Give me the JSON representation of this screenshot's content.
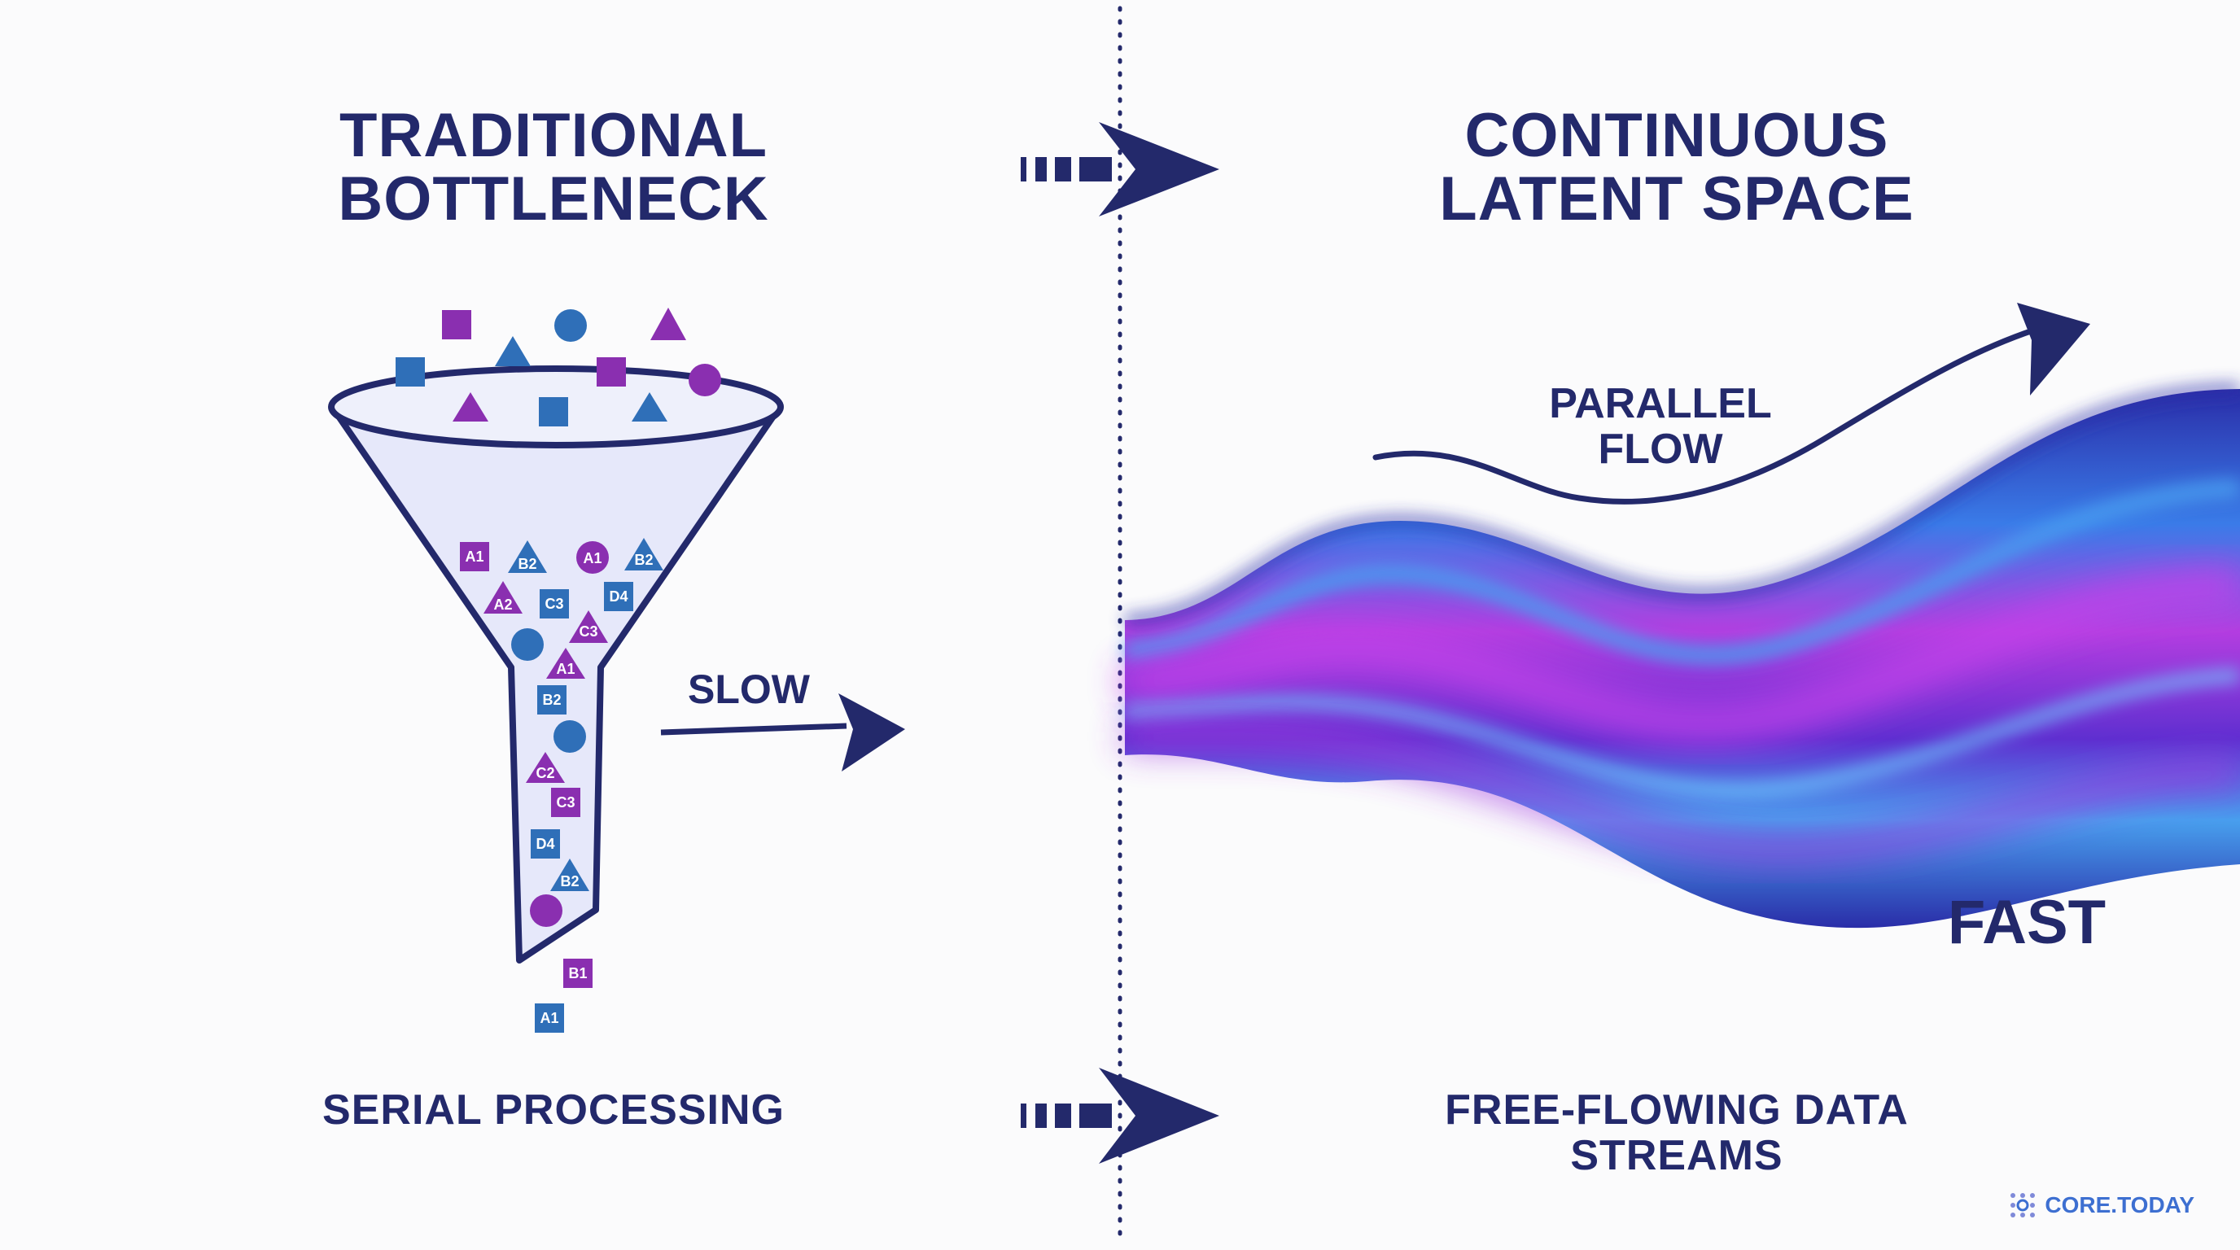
{
  "left_panel": {
    "title": "TRADITIONAL\nBOTTLENECK",
    "speed_label": "SLOW",
    "caption": "SERIAL PROCESSING",
    "tokens": [
      "A1",
      "B2",
      "A1",
      "B2",
      "A2",
      "C3",
      "D4",
      "C3",
      "A1",
      "B2",
      "C2",
      "C3",
      "D4",
      "B2",
      "B1",
      "A1"
    ]
  },
  "right_panel": {
    "title": "CONTINUOUS\nLATENT SPACE",
    "flow_label": "PARALLEL\nFLOW",
    "speed_label": "FAST",
    "caption": "FREE-FLOWING DATA STREAMS"
  },
  "brand": {
    "name": "CORE.TODAY",
    "icon": "dot-grid-icon"
  },
  "colors": {
    "navy": "#23296b",
    "purple": "#8a2fb0",
    "blue": "#2f6fb8",
    "funnel_fill": "#e6e8fa",
    "stream_purple": "#b33ee0",
    "stream_blue": "#3f5fe0"
  }
}
